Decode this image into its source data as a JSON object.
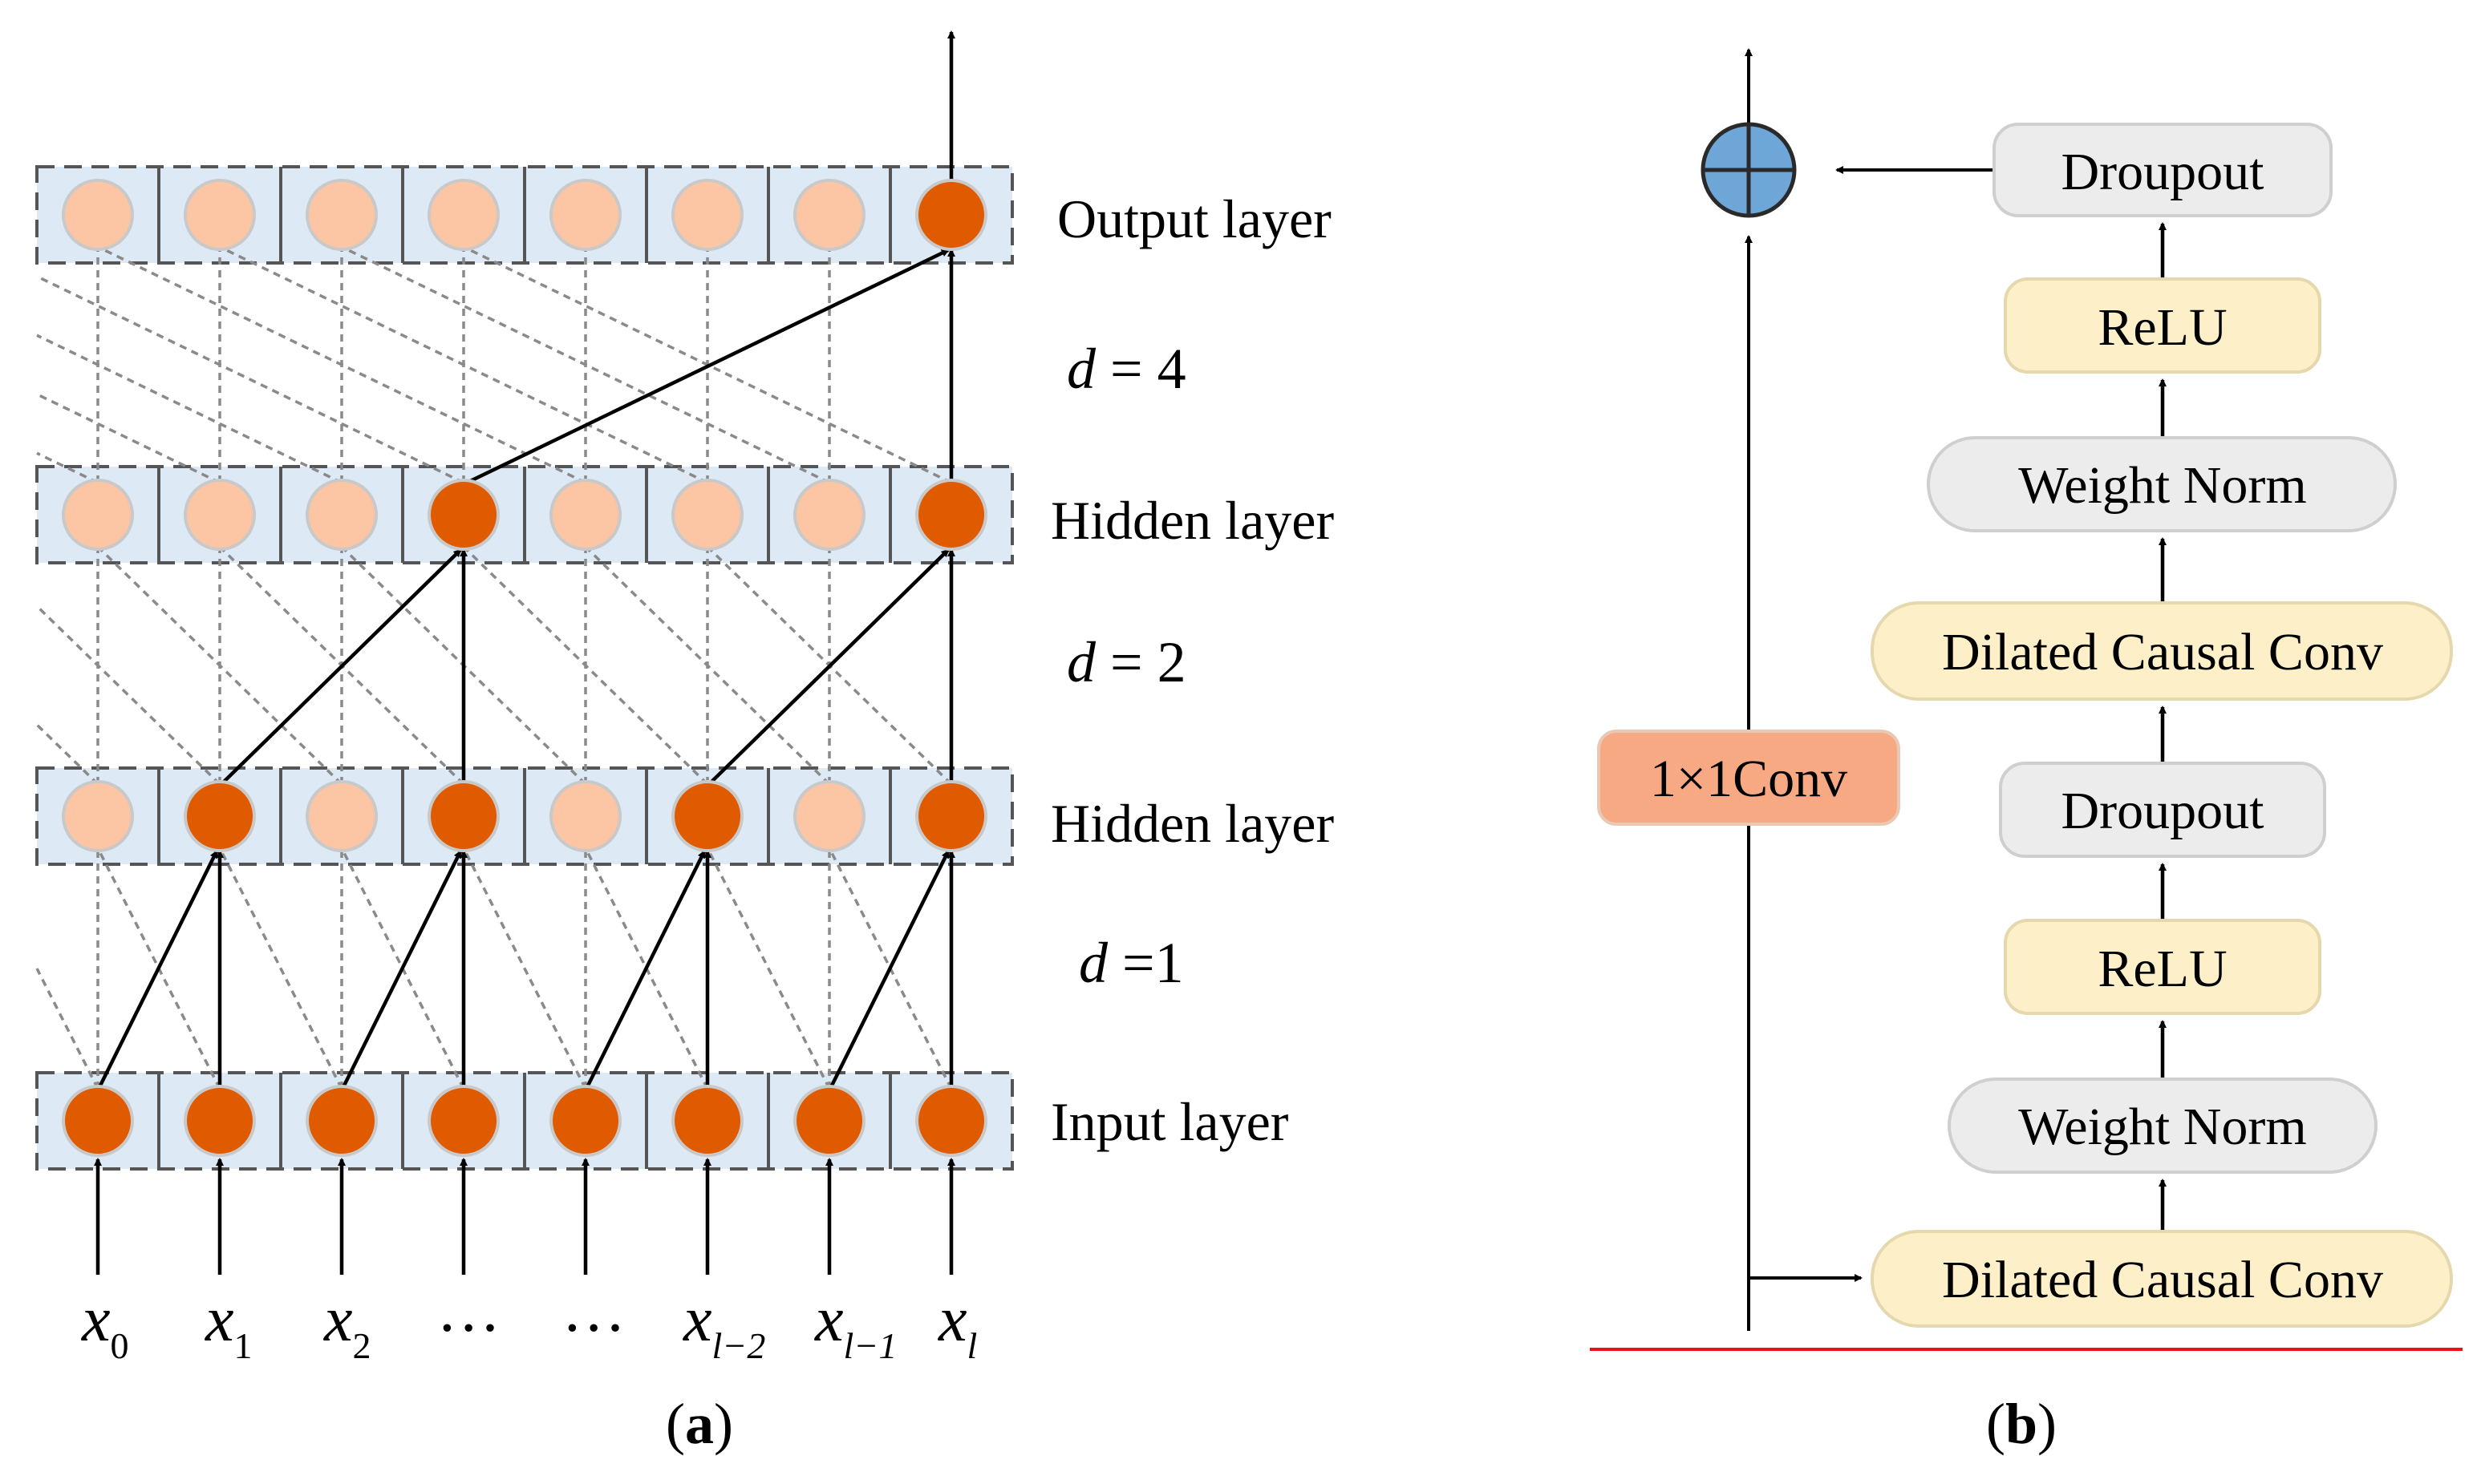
{
  "panel_a": {
    "layer_labels": {
      "output": "Output layer",
      "hidden_top": "Hidden layer",
      "hidden_bottom": "Hidden layer",
      "input": "Input layer"
    },
    "dilations": [
      {
        "var": "d",
        "eq": " = 4"
      },
      {
        "var": "d",
        "eq": " = 2"
      },
      {
        "var": "d",
        "eq": " =1"
      }
    ],
    "inputs": [
      {
        "base": "x",
        "sub": "0"
      },
      {
        "base": "x",
        "sub": "1"
      },
      {
        "base": "x",
        "sub": "2"
      },
      {
        "base": "…",
        "sub": ""
      },
      {
        "base": "…",
        "sub": ""
      },
      {
        "base": "x",
        "sub": "l−2"
      },
      {
        "base": "x",
        "sub": "l−1"
      },
      {
        "base": "x",
        "sub": "l"
      }
    ],
    "caption": {
      "open": "(",
      "letter": "a",
      "close": ")"
    }
  },
  "panel_b": {
    "blocks": [
      "Droupout",
      "ReLU",
      "Weight Norm",
      "Dilated Causal Conv",
      "Droupout",
      "ReLU",
      "Weight Norm",
      "Dilated Causal Conv"
    ],
    "residual_conv": "1×1Conv",
    "caption": {
      "open": "(",
      "letter": "b",
      "close": ")"
    }
  },
  "colors": {
    "active_node": "#e05a00",
    "inactive_node": "#fcc6a4",
    "layer_band": "#ddeaf6",
    "yellow_box": "#fdf0c9",
    "gray_box": "#ececec",
    "conv_box": "#f7a983",
    "sum_node": "#6fa6d8",
    "baseline": "#ee1111"
  }
}
